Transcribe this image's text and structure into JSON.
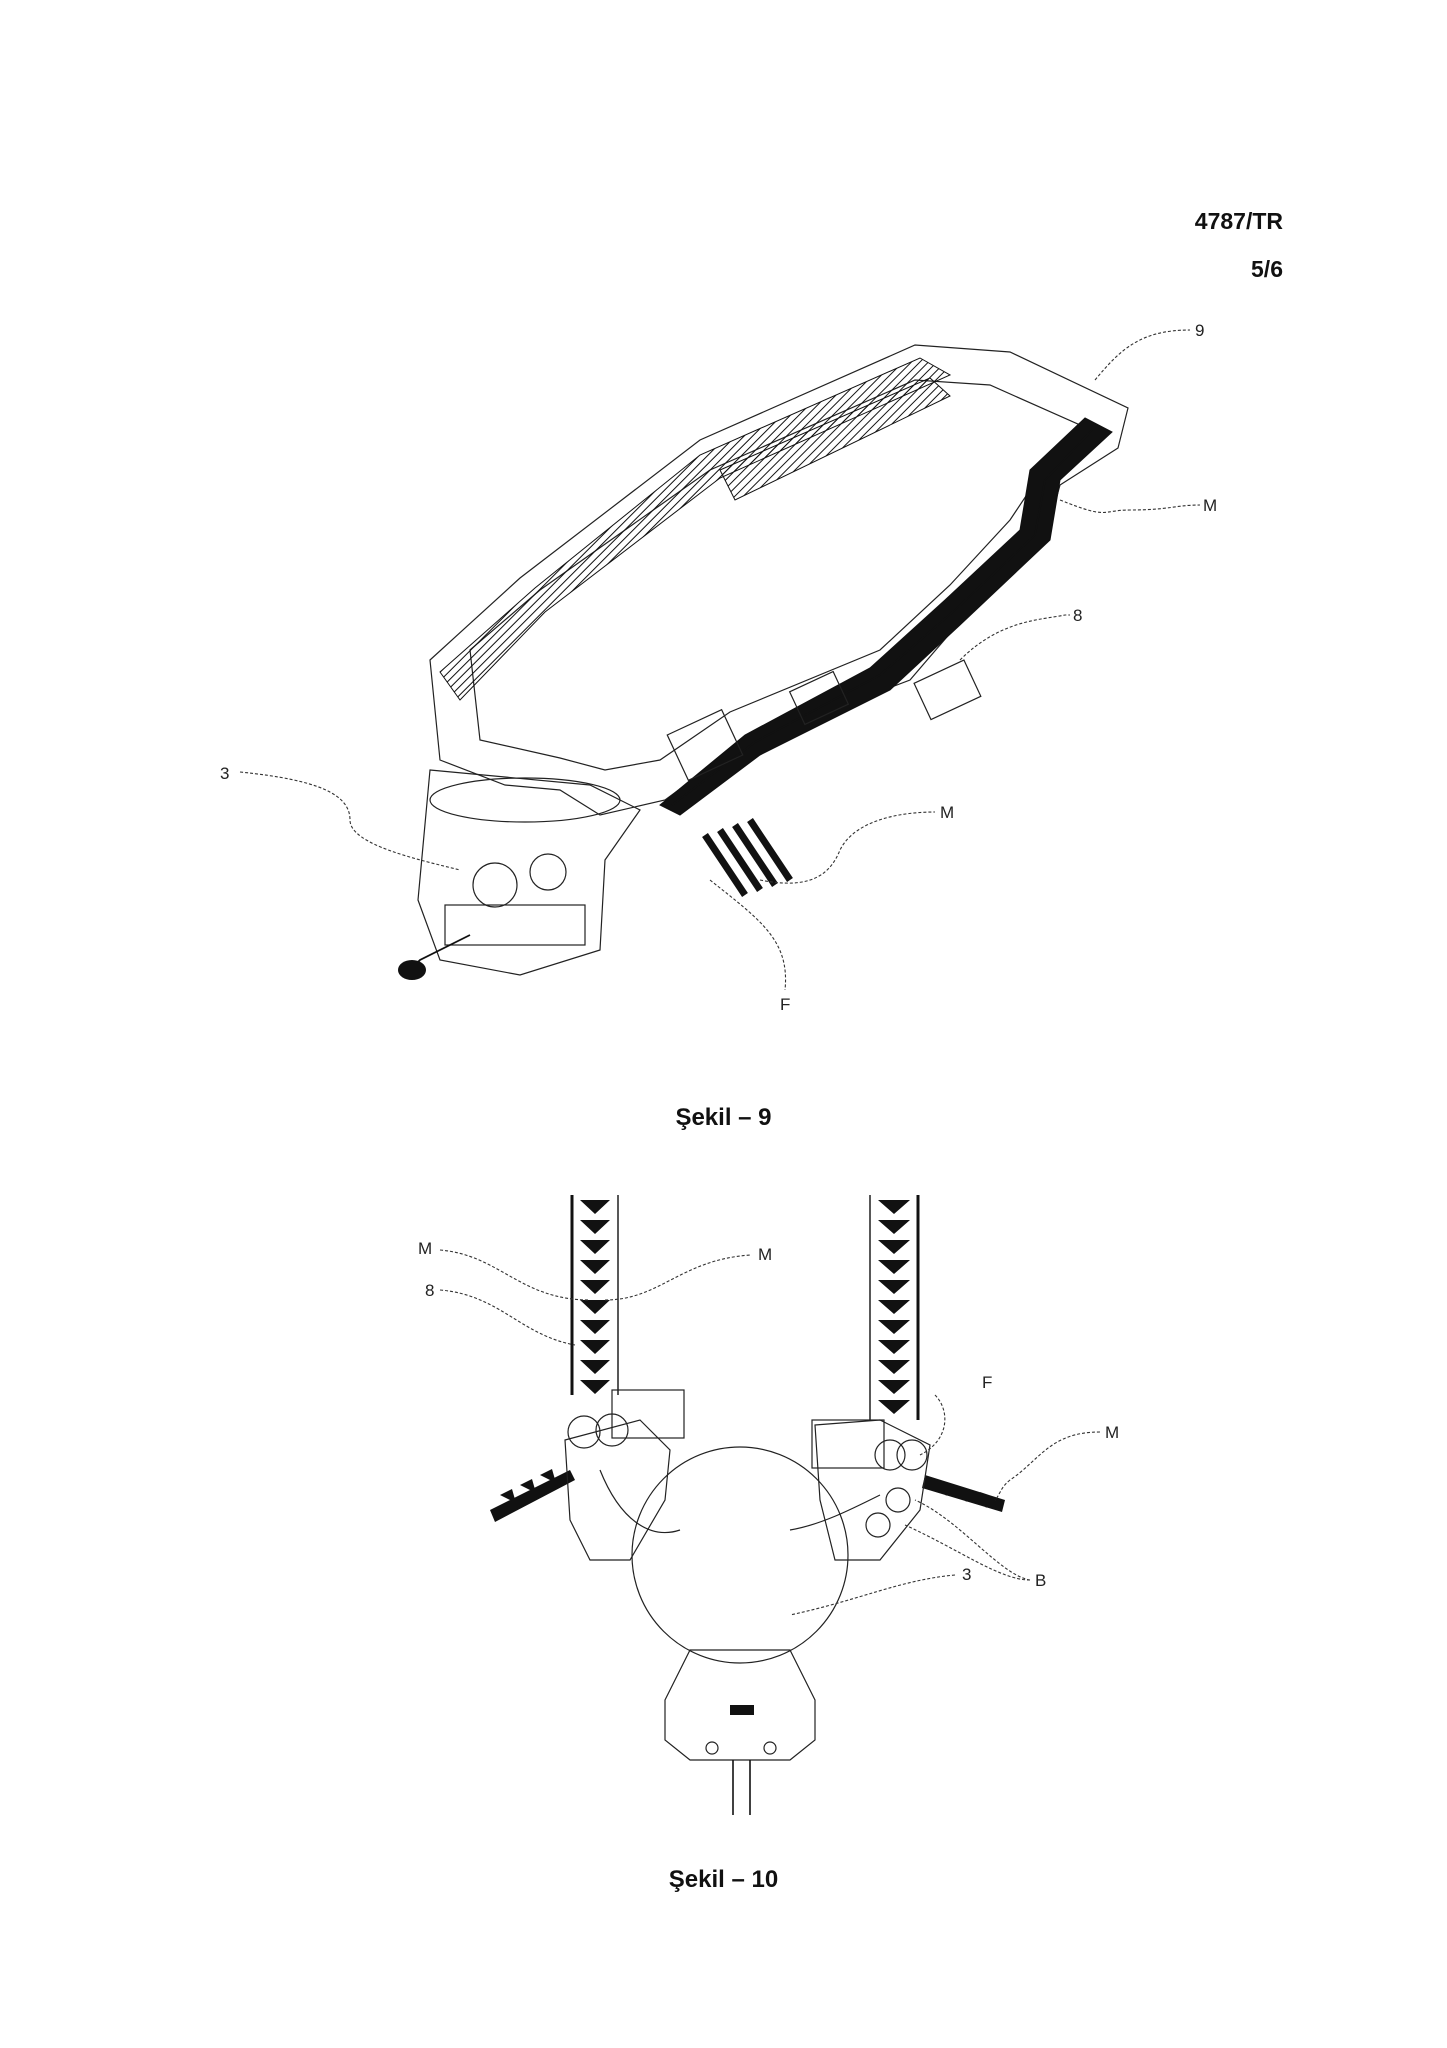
{
  "header": {
    "doc_number": "4787/TR",
    "page": "5/6"
  },
  "figure9": {
    "caption": "Şekil – 9",
    "labels": {
      "nine": "9",
      "m_top": "M",
      "eight": "8",
      "three": "3",
      "m_bottom": "M",
      "f": "F"
    }
  },
  "figure10": {
    "caption": "Şekil – 10",
    "labels": {
      "m_left": "M",
      "m_right_top": "M",
      "eight": "8",
      "f": "F",
      "m_right": "M",
      "b": "B",
      "three": "3"
    }
  }
}
